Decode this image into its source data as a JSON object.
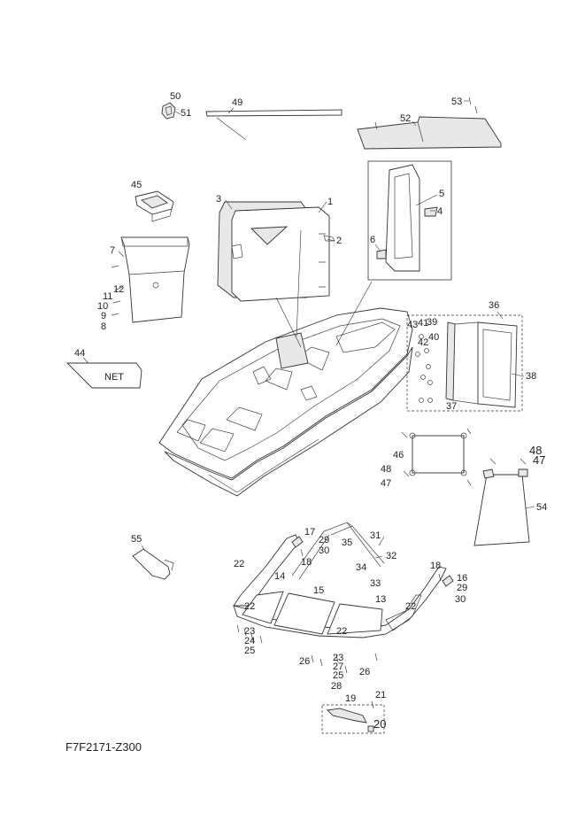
{
  "diagram": {
    "document_id": "F7F2171-Z300",
    "net_label": "NET",
    "callouts": [
      "1",
      "2",
      "3",
      "4",
      "5",
      "6",
      "7",
      "8",
      "9",
      "10",
      "11",
      "12",
      "13",
      "14",
      "15",
      "16",
      "17",
      "18",
      "19",
      "20",
      "21",
      "22",
      "23",
      "24",
      "25",
      "26",
      "27",
      "28",
      "29",
      "30",
      "31",
      "32",
      "33",
      "34",
      "35",
      "36",
      "37",
      "38",
      "39",
      "40",
      "41",
      "42",
      "43",
      "44",
      "45",
      "46",
      "47",
      "48",
      "49",
      "50",
      "51",
      "52",
      "53",
      "54",
      "55"
    ]
  }
}
